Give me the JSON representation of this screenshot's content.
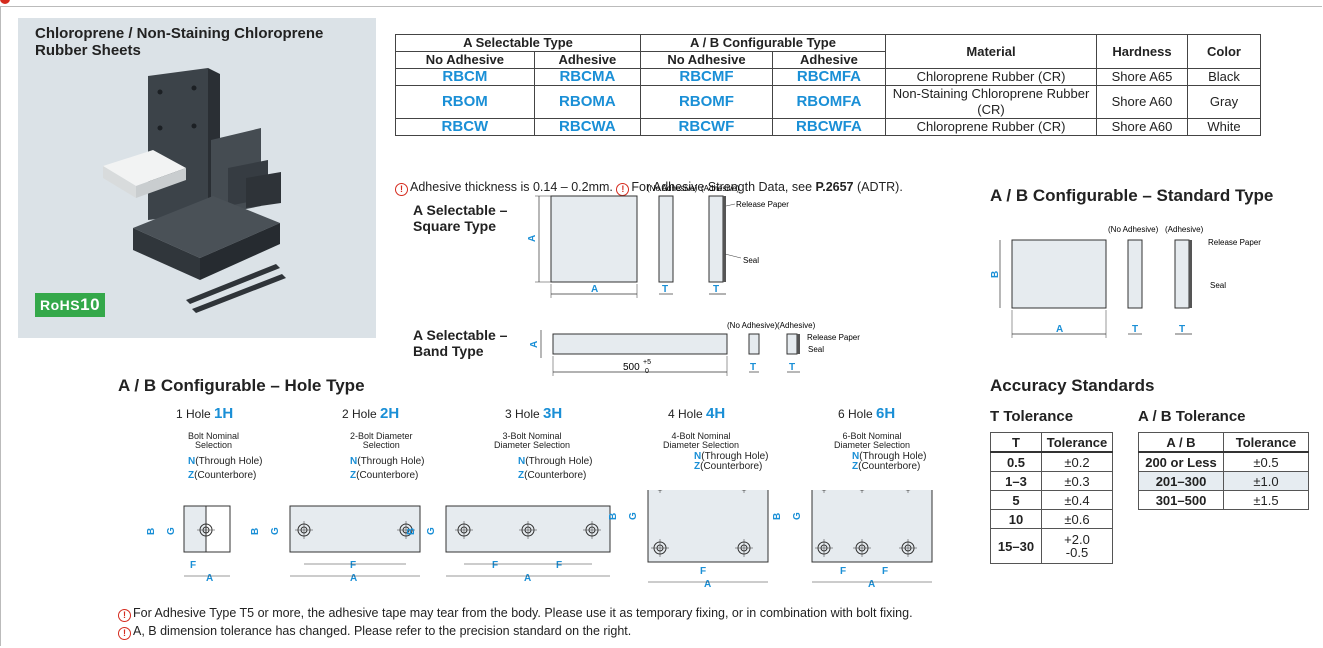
{
  "product": {
    "title_line1": "Chloroprene / Non-Staining Chloroprene",
    "title_line2": "Rubber Sheets",
    "rohs": "RoHS",
    "rohs_num": "10"
  },
  "spec_table": {
    "group_a": "A Selectable Type",
    "group_ab": "A / B Configurable Type",
    "col_material": "Material",
    "col_hardness": "Hardness",
    "col_color": "Color",
    "sub_no_adh": "No Adhesive",
    "sub_adh": "Adhesive",
    "rows": [
      {
        "a_no": "RBCM",
        "a_adh": "RBCMA",
        "ab_no": "RBCMF",
        "ab_adh": "RBCMFA",
        "material": "Chloroprene Rubber (CR)",
        "hardness": "Shore A65",
        "color": "Black"
      },
      {
        "a_no": "RBOM",
        "a_adh": "RBOMA",
        "ab_no": "RBOMF",
        "ab_adh": "RBOMFA",
        "material": "Non-Staining Chloroprene Rubber (CR)",
        "hardness": "Shore A60",
        "color": "Gray"
      },
      {
        "a_no": "RBCW",
        "a_adh": "RBCWA",
        "ab_no": "RBCWF",
        "ab_adh": "RBCWFA",
        "material": "Chloroprene Rubber (CR)",
        "hardness": "Shore A60",
        "color": "White"
      }
    ]
  },
  "note_adhesive": {
    "thick": "Adhesive thickness is 0.14 – 0.2mm.",
    "strength_pre": "For Adhesive Strength Data, see ",
    "strength_page": "P.2657",
    "strength_post": " (ADTR)."
  },
  "square": {
    "title1": "A Selectable –",
    "title2": "Square Type",
    "no_adh": "(No Adhesive)",
    "adh": "(Adhesive)",
    "release": "Release Paper",
    "seal": "Seal",
    "A": "A",
    "T": "T"
  },
  "band": {
    "title1": "A Selectable –",
    "title2": "Band Type",
    "length": "500",
    "tol_up": "+5",
    "tol_dn": "0",
    "no_adh": "(No Adhesive)",
    "adh": "(Adhesive)",
    "release": "Release Paper",
    "seal": "Seal"
  },
  "standard": {
    "title": "A / B Configurable – Standard Type",
    "no_adh": "(No Adhesive)",
    "adh": "(Adhesive)",
    "release": "Release Paper",
    "seal": "Seal"
  },
  "hole": {
    "title": "A / B Configurable – Hole Type",
    "through": "(Through Hole)",
    "counter": "(Counterbore)",
    "N": "N",
    "Z": "Z",
    "variants": [
      {
        "prefix": "1 Hole ",
        "code": "1H",
        "desc1": "Bolt Nominal",
        "desc2": "Selection"
      },
      {
        "prefix": "2 Hole ",
        "code": "2H",
        "desc1": "2-Bolt Diameter",
        "desc2": "Selection"
      },
      {
        "prefix": "3 Hole ",
        "code": "3H",
        "desc1": "3-Bolt Nominal",
        "desc2": "Diameter Selection"
      },
      {
        "prefix": "4 Hole ",
        "code": "4H",
        "desc1": "4-Bolt Nominal",
        "desc2": "Diameter Selection"
      },
      {
        "prefix": "6 Hole ",
        "code": "6H",
        "desc1": "6-Bolt Nominal",
        "desc2": "Diameter Selection"
      }
    ]
  },
  "accuracy": {
    "title": "Accuracy Standards",
    "t_title": "T Tolerance",
    "t_head": [
      "T",
      "Tolerance"
    ],
    "t_rows": [
      [
        "0.5",
        "±0.2"
      ],
      [
        "1–3",
        "±0.3"
      ],
      [
        "5",
        "±0.4"
      ],
      [
        "10",
        "±0.6"
      ],
      [
        "15–30",
        "+2.0 / -0.5"
      ]
    ],
    "t_last_up": "+2.0",
    "t_last_dn": "-0.5",
    "ab_title": "A / B Tolerance",
    "ab_head": [
      "A / B",
      "Tolerance"
    ],
    "ab_rows": [
      [
        "200 or Less",
        "±0.5"
      ],
      [
        "201–300",
        "±1.0"
      ],
      [
        "301–500",
        "±1.5"
      ]
    ]
  },
  "footer": {
    "note1": "For Adhesive Type T5 or more, the adhesive tape may tear from the body. Please use it as temporary fixing, or in combination with bolt fixing.",
    "note2": "A, B dimension tolerance has changed. Please refer to the precision standard on the right."
  },
  "colors": {
    "accent": "#1a8fd6",
    "warning": "#d52b1e",
    "rohs": "#34a84a",
    "photo_bg": "#dbe2e7"
  }
}
